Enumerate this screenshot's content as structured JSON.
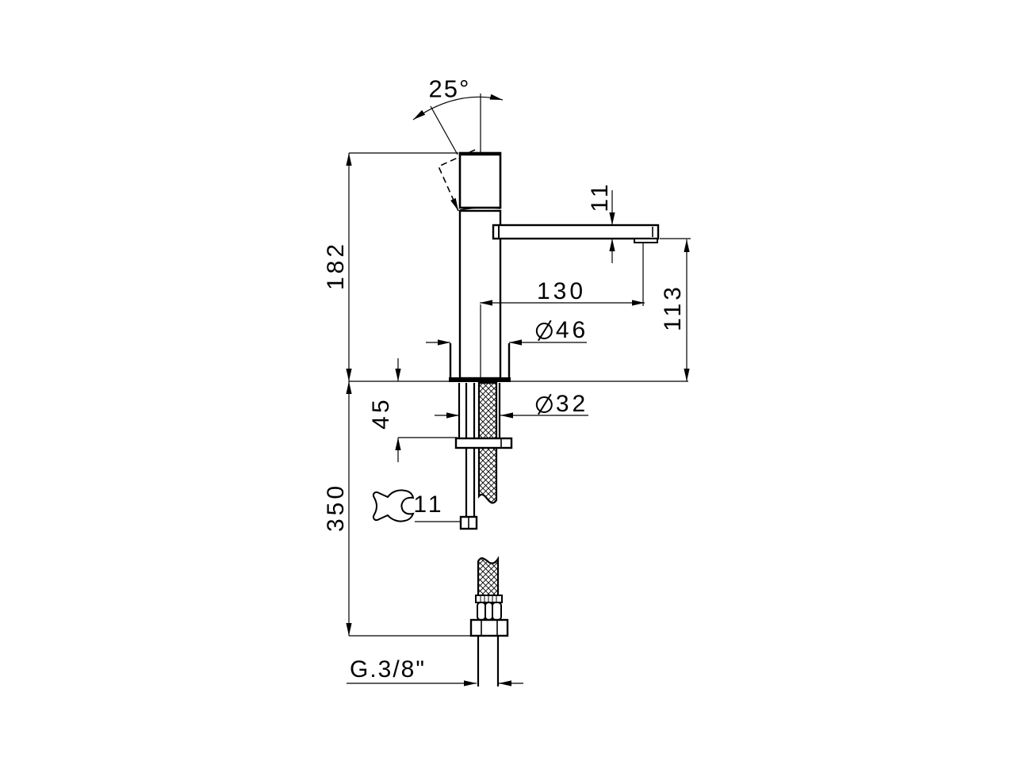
{
  "colors": {
    "ink": "#000000",
    "background": "#ffffff"
  },
  "drawing": {
    "subject": "single-lever basin mixer tap, side elevation with installation dimensions"
  },
  "symbols": {
    "diameter": "⌀",
    "degree": "°"
  },
  "labels": {
    "handle_angle": "25°",
    "overall_height": "182",
    "spout_thickness": "11",
    "spout_reach": "130",
    "outlet_height": "113",
    "base_diameter": "46",
    "shank_diameter": "32",
    "deck_clamp_range": "45",
    "hose_length": "350",
    "wrench_size": "11",
    "supply_thread": "G.3/8\""
  }
}
